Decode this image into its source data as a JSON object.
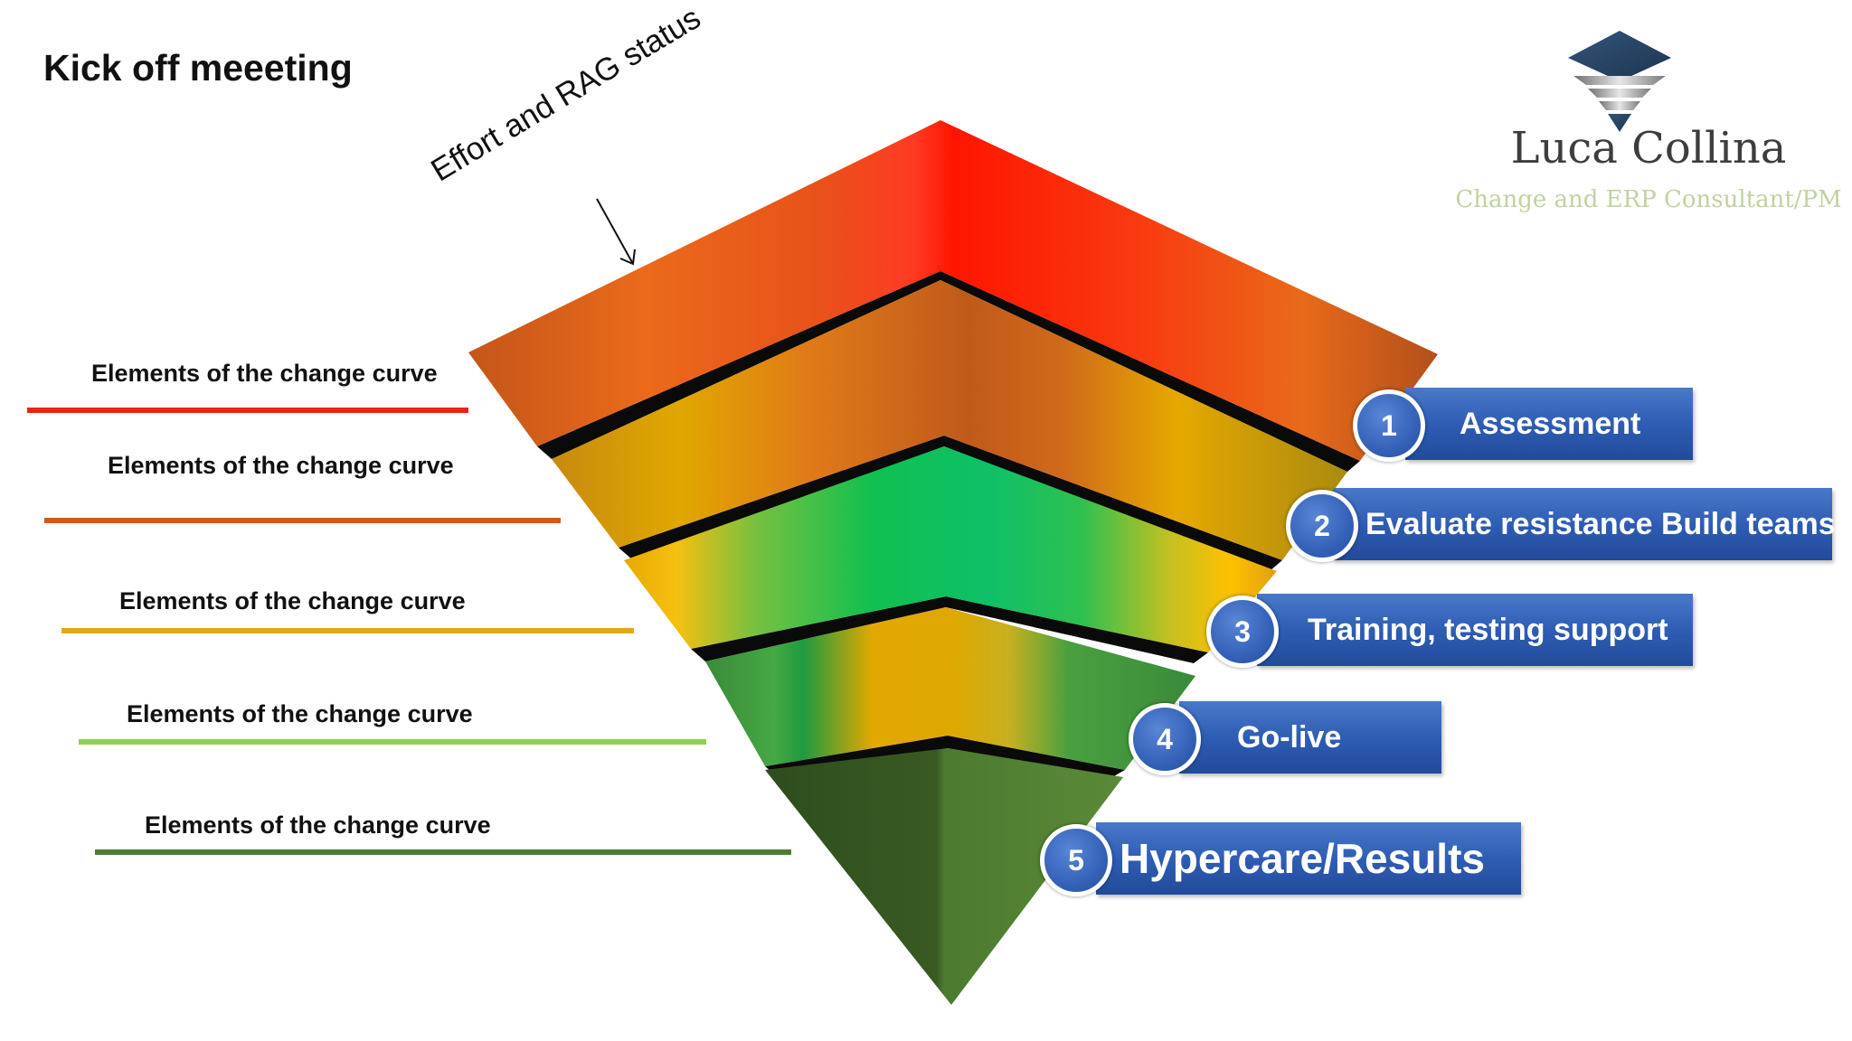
{
  "title": "Kick off meeeting",
  "brand": {
    "name": "Luca Collina",
    "subtitle": "Change and ERP Consultant/PM"
  },
  "annotation": "Effort and RAG status",
  "left_labels": [
    {
      "text": "Elements of the change curve",
      "color": "#e8231a"
    },
    {
      "text": "Elements of the change curve",
      "color": "#cf5a1c"
    },
    {
      "text": "Elements of the change curve",
      "color": "#deac12"
    },
    {
      "text": "Elements of the change curve",
      "color": "#8fcd55"
    },
    {
      "text": "Elements of the change curve",
      "color": "#4f7e33"
    }
  ],
  "steps": [
    {
      "number": "1",
      "label": "Assessment"
    },
    {
      "number": "2",
      "label": "Evaluate resistance  Build teams"
    },
    {
      "number": "3",
      "label": "Training, testing support"
    },
    {
      "number": "4",
      "label": "Go-live"
    },
    {
      "number": "5",
      "label": "Hypercare/Results"
    }
  ],
  "colors": {
    "circle": "#3561b8",
    "box": "#2f5db4",
    "layer_red": "#ff1a00",
    "layer_orange": "#e06a1a",
    "layer_amber": "#e0a800",
    "layer_green": "#10c060",
    "layer_dark_green": "#3d6b2a"
  }
}
